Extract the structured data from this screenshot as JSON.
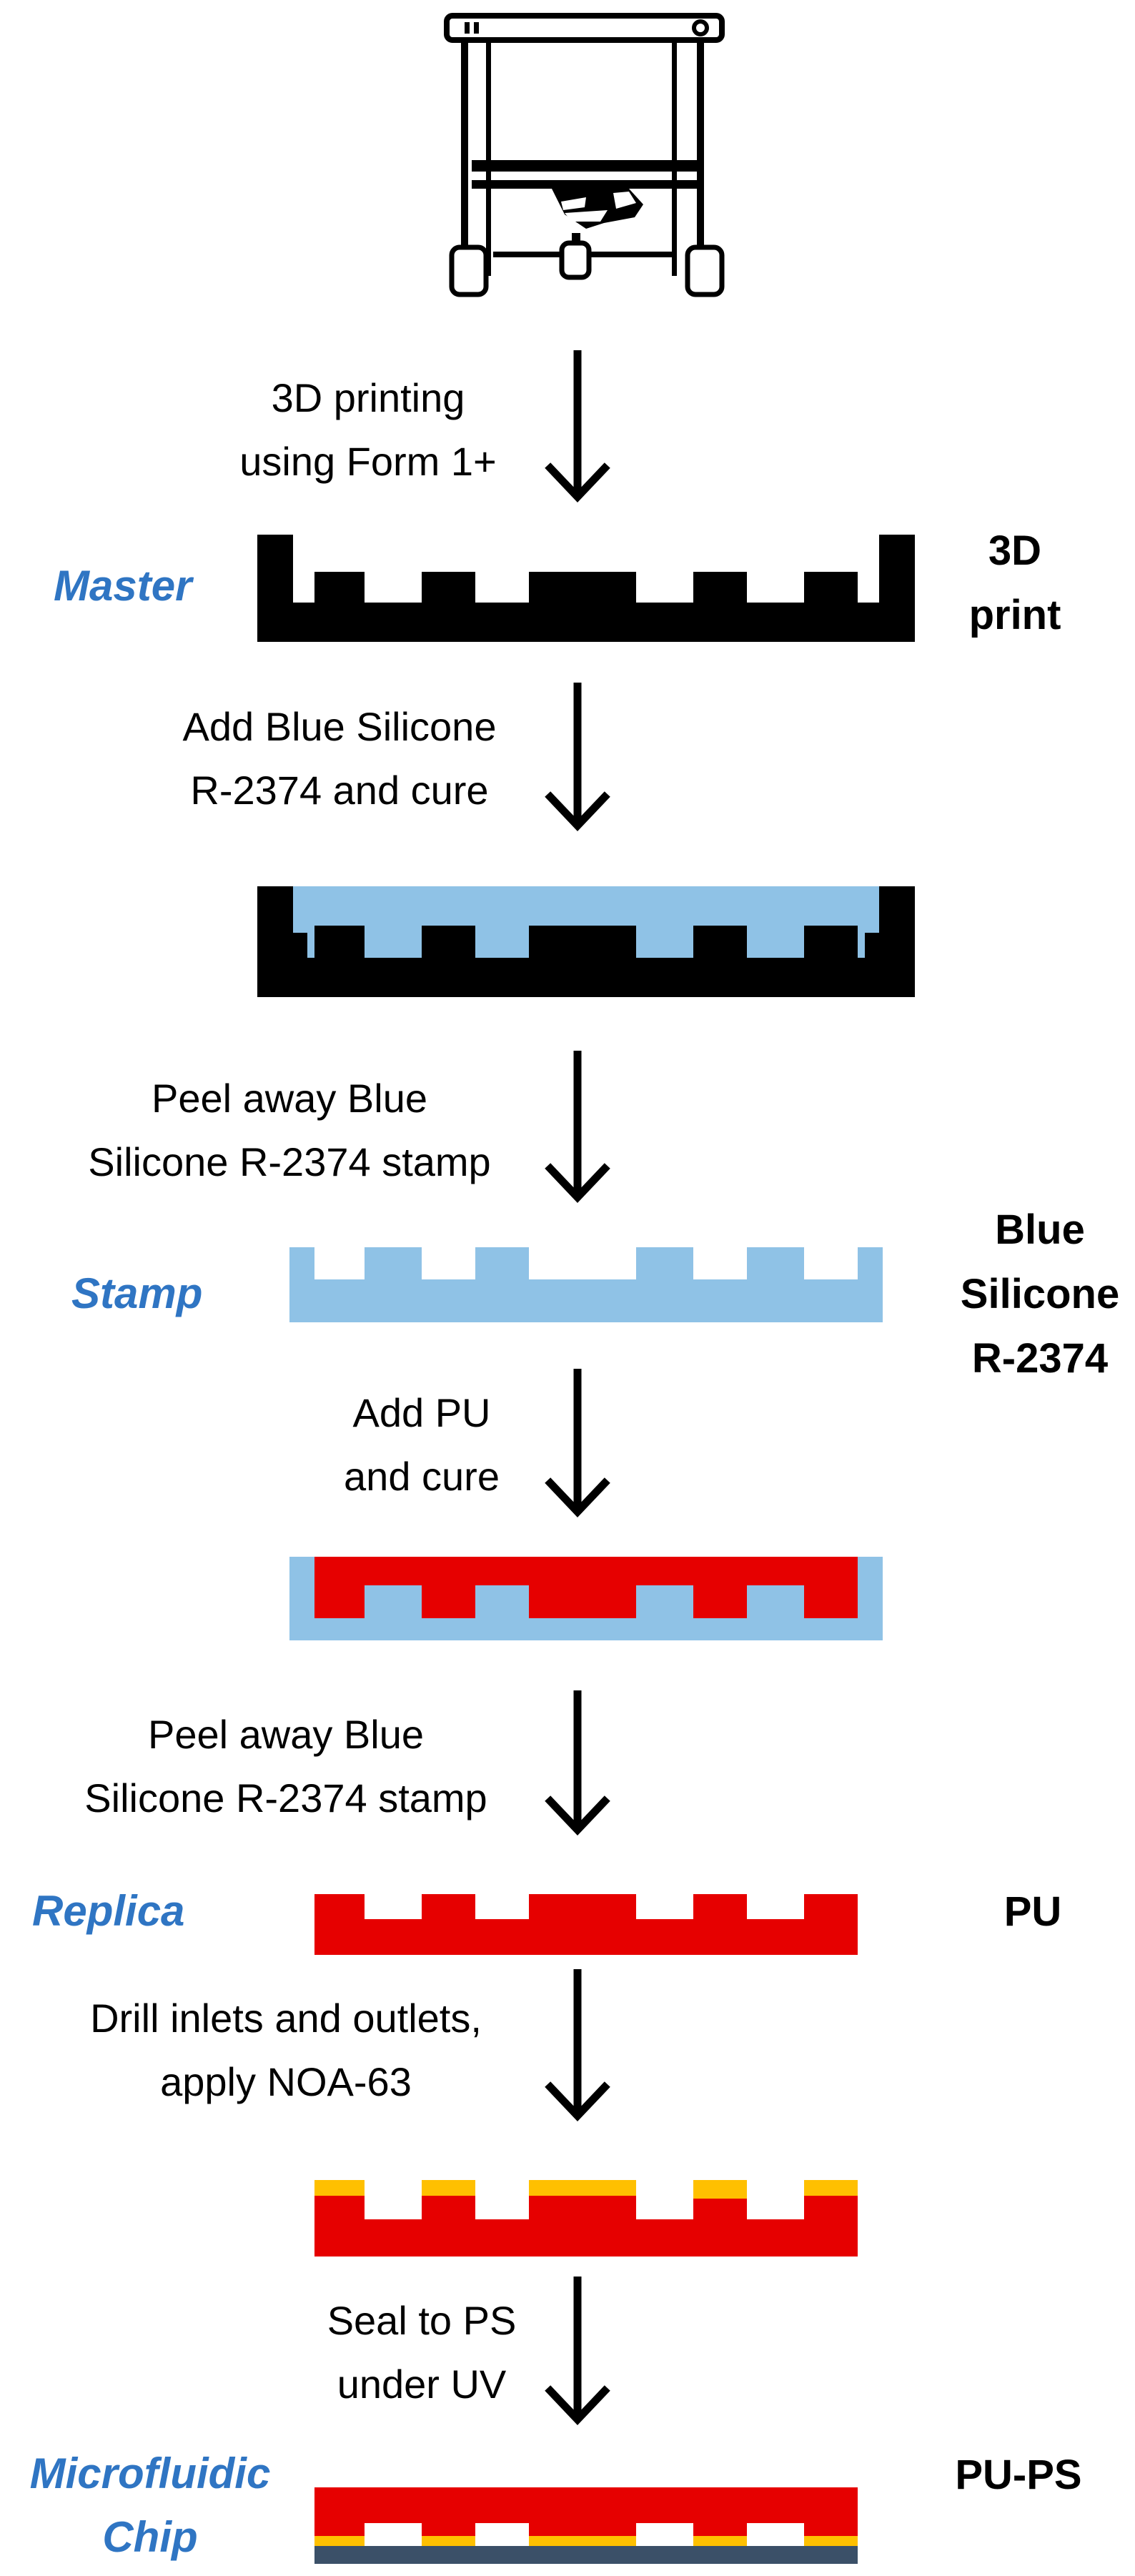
{
  "colors": {
    "master": "#000000",
    "silicone": "#8FC2E6",
    "pu": "#E60000",
    "noa": "#FFC000",
    "ps": "#3B5068",
    "stage_label": "#2F75C3",
    "text": "#000000"
  },
  "printer": {
    "icon": "3d-printer-icon"
  },
  "steps": [
    {
      "id": "step1",
      "lines": [
        "3D printing",
        "using Form 1+"
      ]
    },
    {
      "id": "step2",
      "lines": [
        "Add Blue Silicone",
        "R-2374 and cure"
      ]
    },
    {
      "id": "step3",
      "lines": [
        "Peel away Blue",
        "Silicone R-2374 stamp"
      ]
    },
    {
      "id": "step4",
      "lines": [
        "Add PU",
        "and cure"
      ]
    },
    {
      "id": "step5",
      "lines": [
        "Peel away Blue",
        "Silicone R-2374 stamp"
      ]
    },
    {
      "id": "step6",
      "lines": [
        "Drill inlets and outlets,",
        "apply NOA-63"
      ]
    },
    {
      "id": "step7",
      "lines": [
        "Seal to PS",
        "under UV"
      ]
    }
  ],
  "stages": [
    {
      "id": "master",
      "lines": [
        "Master"
      ]
    },
    {
      "id": "stamp",
      "lines": [
        "Stamp"
      ]
    },
    {
      "id": "replica",
      "lines": [
        "Replica"
      ]
    },
    {
      "id": "chip",
      "lines": [
        "Microfluidic",
        "Chip"
      ]
    }
  ],
  "materials": [
    {
      "id": "print",
      "lines": [
        "3D",
        "print"
      ]
    },
    {
      "id": "silicone",
      "lines": [
        "Blue",
        "Silicone",
        "R-2374"
      ]
    },
    {
      "id": "pu",
      "lines": [
        "PU"
      ]
    },
    {
      "id": "pups",
      "lines": [
        "PU-PS"
      ]
    }
  ]
}
